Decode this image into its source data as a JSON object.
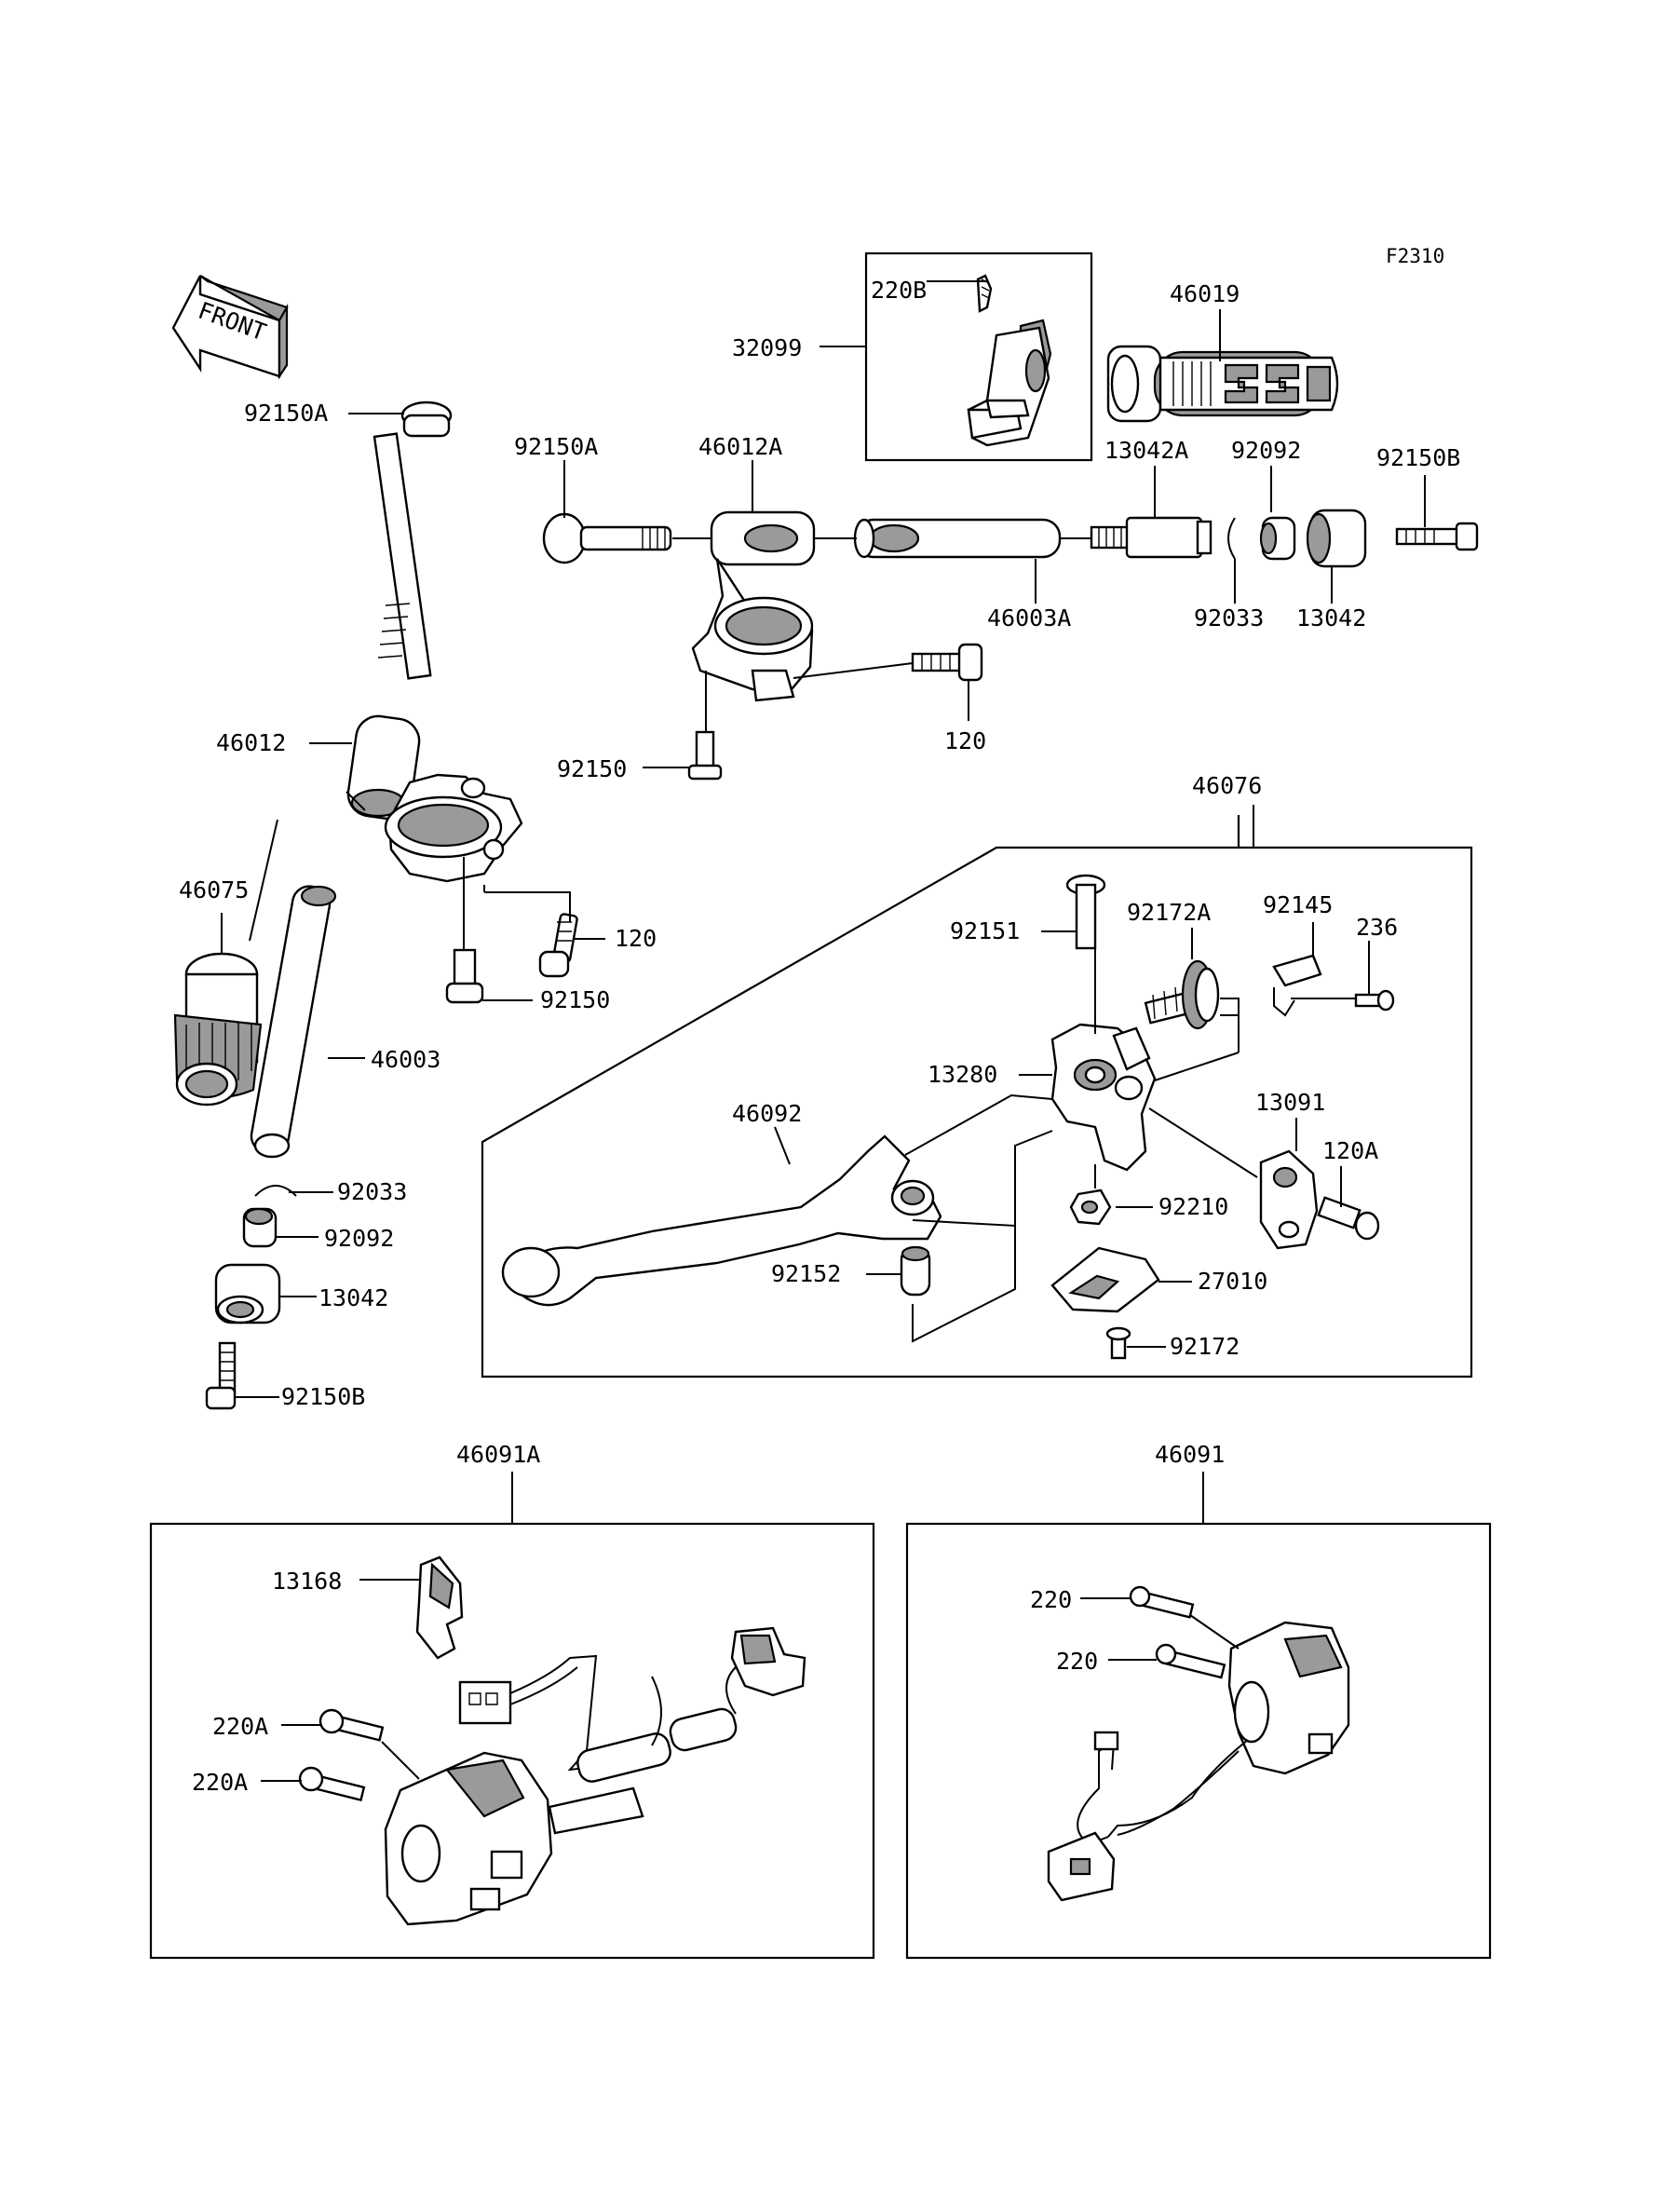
{
  "figure_code": "F2310",
  "front_label": "FRONT",
  "labels": {
    "p220B": "220B",
    "p32099": "32099",
    "p46019": "46019",
    "p92150A_top": "92150A",
    "p46012A": "46012A",
    "p13042A": "13042A",
    "p92092_top": "92092",
    "p92150B_top": "92150B",
    "p92150A_left": "92150A",
    "p46003A": "46003A",
    "p92033_top": "92033",
    "p13042_top": "13042",
    "p120_top": "120",
    "p46012": "46012",
    "p92150_top": "92150",
    "p46076": "46076",
    "p46075": "46075",
    "p120_left": "120",
    "p92150_left": "92150",
    "p46003": "46003",
    "p92151": "92151",
    "p92172A": "92172A",
    "p92145": "92145",
    "p236": "236",
    "p13280": "13280",
    "p46092": "46092",
    "p13091": "13091",
    "p120A": "120A",
    "p92210": "92210",
    "p92152": "92152",
    "p27010": "27010",
    "p92172": "92172",
    "p92033_left": "92033",
    "p92092_left": "92092",
    "p13042_left": "13042",
    "p92150B_left": "92150B",
    "p46091A": "46091A",
    "p46091": "46091",
    "p13168": "13168",
    "p220A_1": "220A",
    "p220A_2": "220A",
    "p220_1": "220",
    "p220_2": "220"
  }
}
